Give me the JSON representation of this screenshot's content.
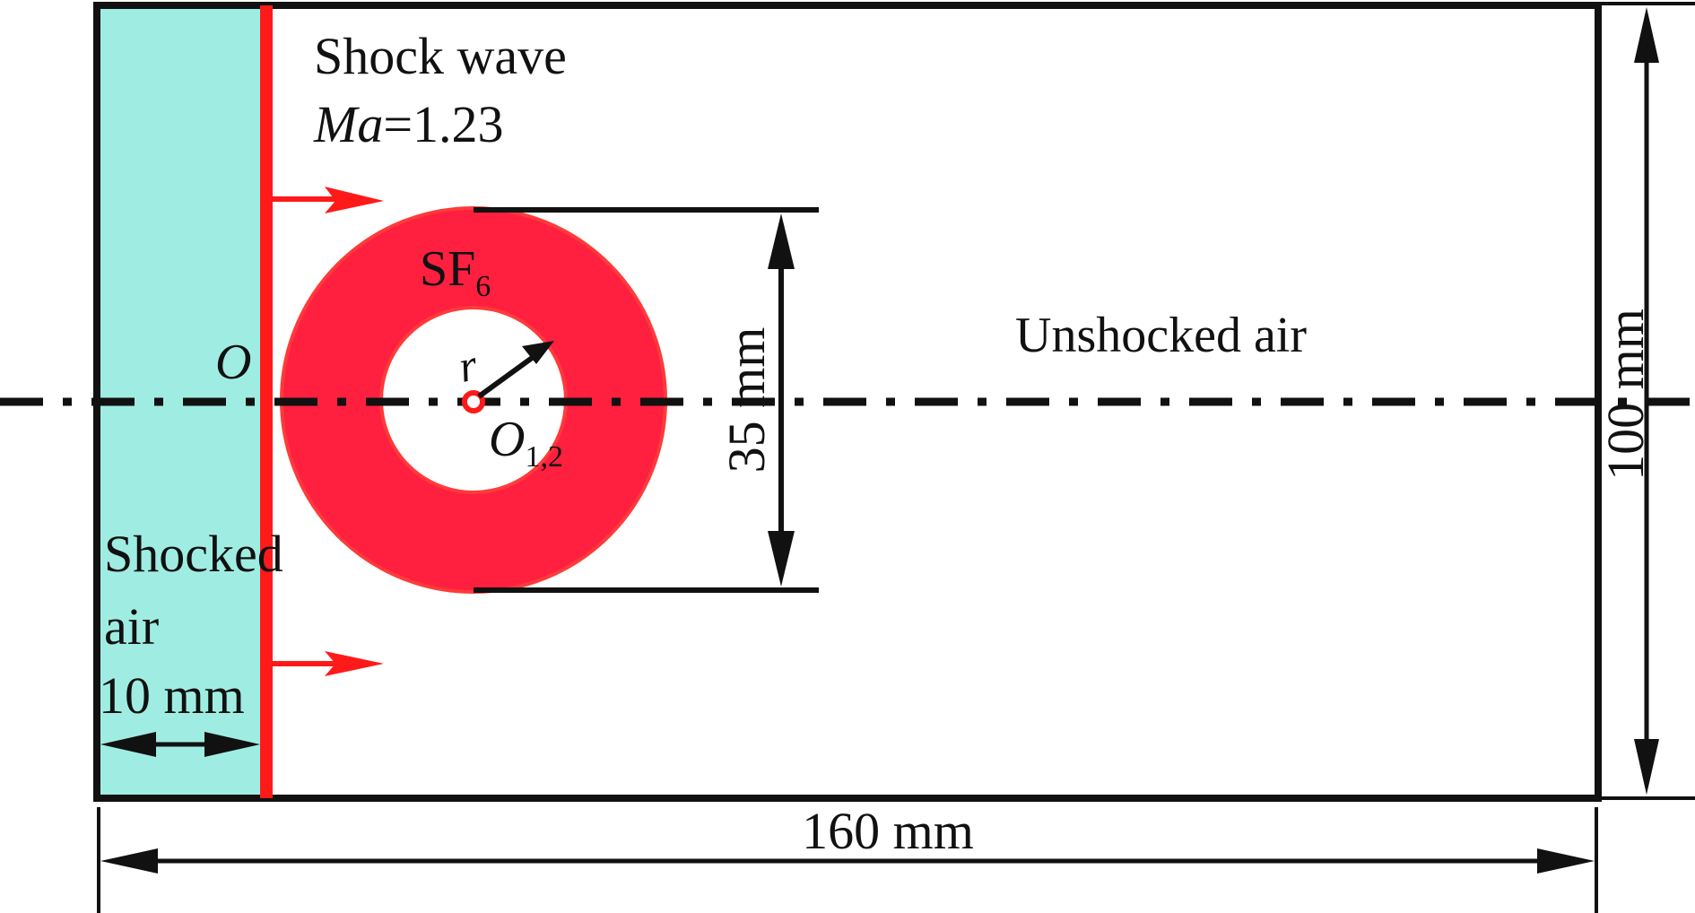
{
  "labels": {
    "shock_wave": "Shock wave",
    "mach_symbol": "Ma",
    "mach_value": "=1.23",
    "sf6_main": "SF",
    "sf6_sub": "6",
    "unshocked_air": "Unshocked air",
    "origin": "O",
    "radius": "r",
    "center_main": "O",
    "center_sub": "1,2",
    "shocked_line1": "Shocked",
    "shocked_line2": "air",
    "dim_shocked_width": "10 mm",
    "dim_diameter": "35 mm",
    "dim_height": "100 mm",
    "dim_length": "160 mm"
  },
  "colors": {
    "shocked_region": "#9fede2",
    "shock_wave": "#ff1a1a",
    "sf6_ring": "#ff1f3f",
    "outline": "#111111",
    "background": "#ffffff"
  }
}
